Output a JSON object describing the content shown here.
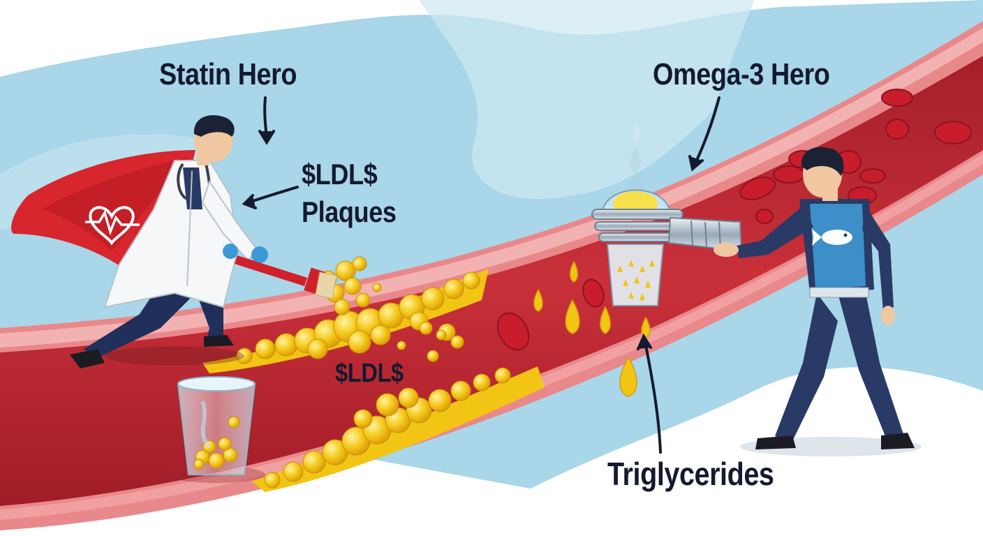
{
  "labels": {
    "statin_hero": "Statin Hero",
    "omega3_hero": "Omega-3 Hero",
    "ldl_top": "$LDL$",
    "plaques": "Plaques",
    "ldl_bottom": "$LDL$",
    "triglycerides": "Triglycerides"
  },
  "icons": {
    "cape_emblem": "heart-rate-icon",
    "suit_emblem": "fish-icon",
    "tool_left": "brush-icon",
    "tool_right": "filter-nozzle-icon",
    "container": "trash-cup-icon"
  },
  "colors": {
    "background_blue": "#a9d6e8",
    "artery_red": "#c7303a",
    "artery_wall": "#e9888a",
    "plaque_yellow": "#f2c515",
    "cape_red": "#d8262e",
    "omega_suit": "#2a3a66",
    "omega_chest": "#3c8fc8"
  }
}
